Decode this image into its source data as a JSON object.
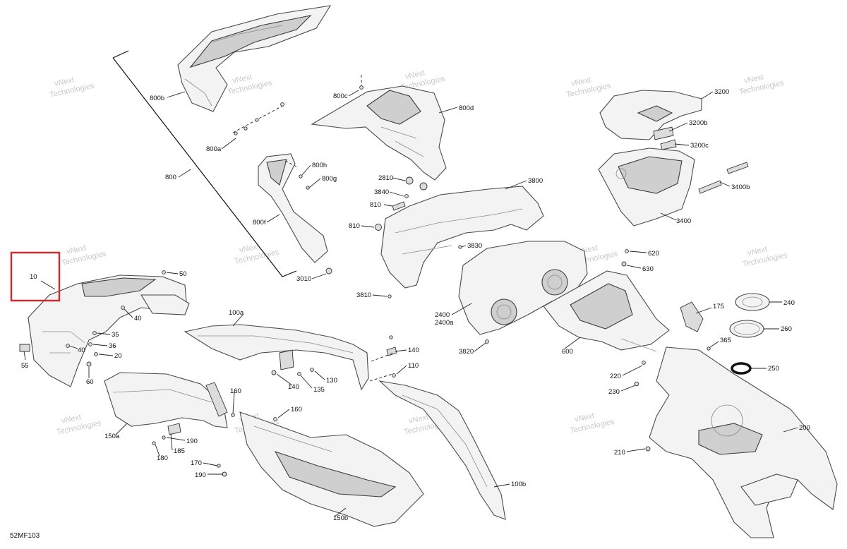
{
  "diagram_code": "52MF103",
  "watermark": {
    "line1": "vNext",
    "line2": "Technologies"
  },
  "highlight": {
    "label": "10",
    "color": "#d9262c"
  },
  "callouts": [
    "800b",
    "800c",
    "800d",
    "800a",
    "800",
    "800h",
    "800g",
    "800f",
    "3010",
    "2810",
    "3840",
    "3800",
    "810",
    "810",
    "3830",
    "3810",
    "2400",
    "2400a",
    "3820",
    "600",
    "620",
    "630",
    "175",
    "240",
    "260",
    "250",
    "365",
    "220",
    "230",
    "210",
    "200",
    "3200",
    "3200b",
    "3200c",
    "3400b",
    "3400",
    "10",
    "50",
    "40",
    "35",
    "36",
    "40",
    "20",
    "55",
    "60",
    "100a",
    "140",
    "140",
    "110",
    "135",
    "130",
    "160",
    "160",
    "150a",
    "185",
    "190",
    "180",
    "170",
    "190",
    "150b",
    "100b"
  ]
}
